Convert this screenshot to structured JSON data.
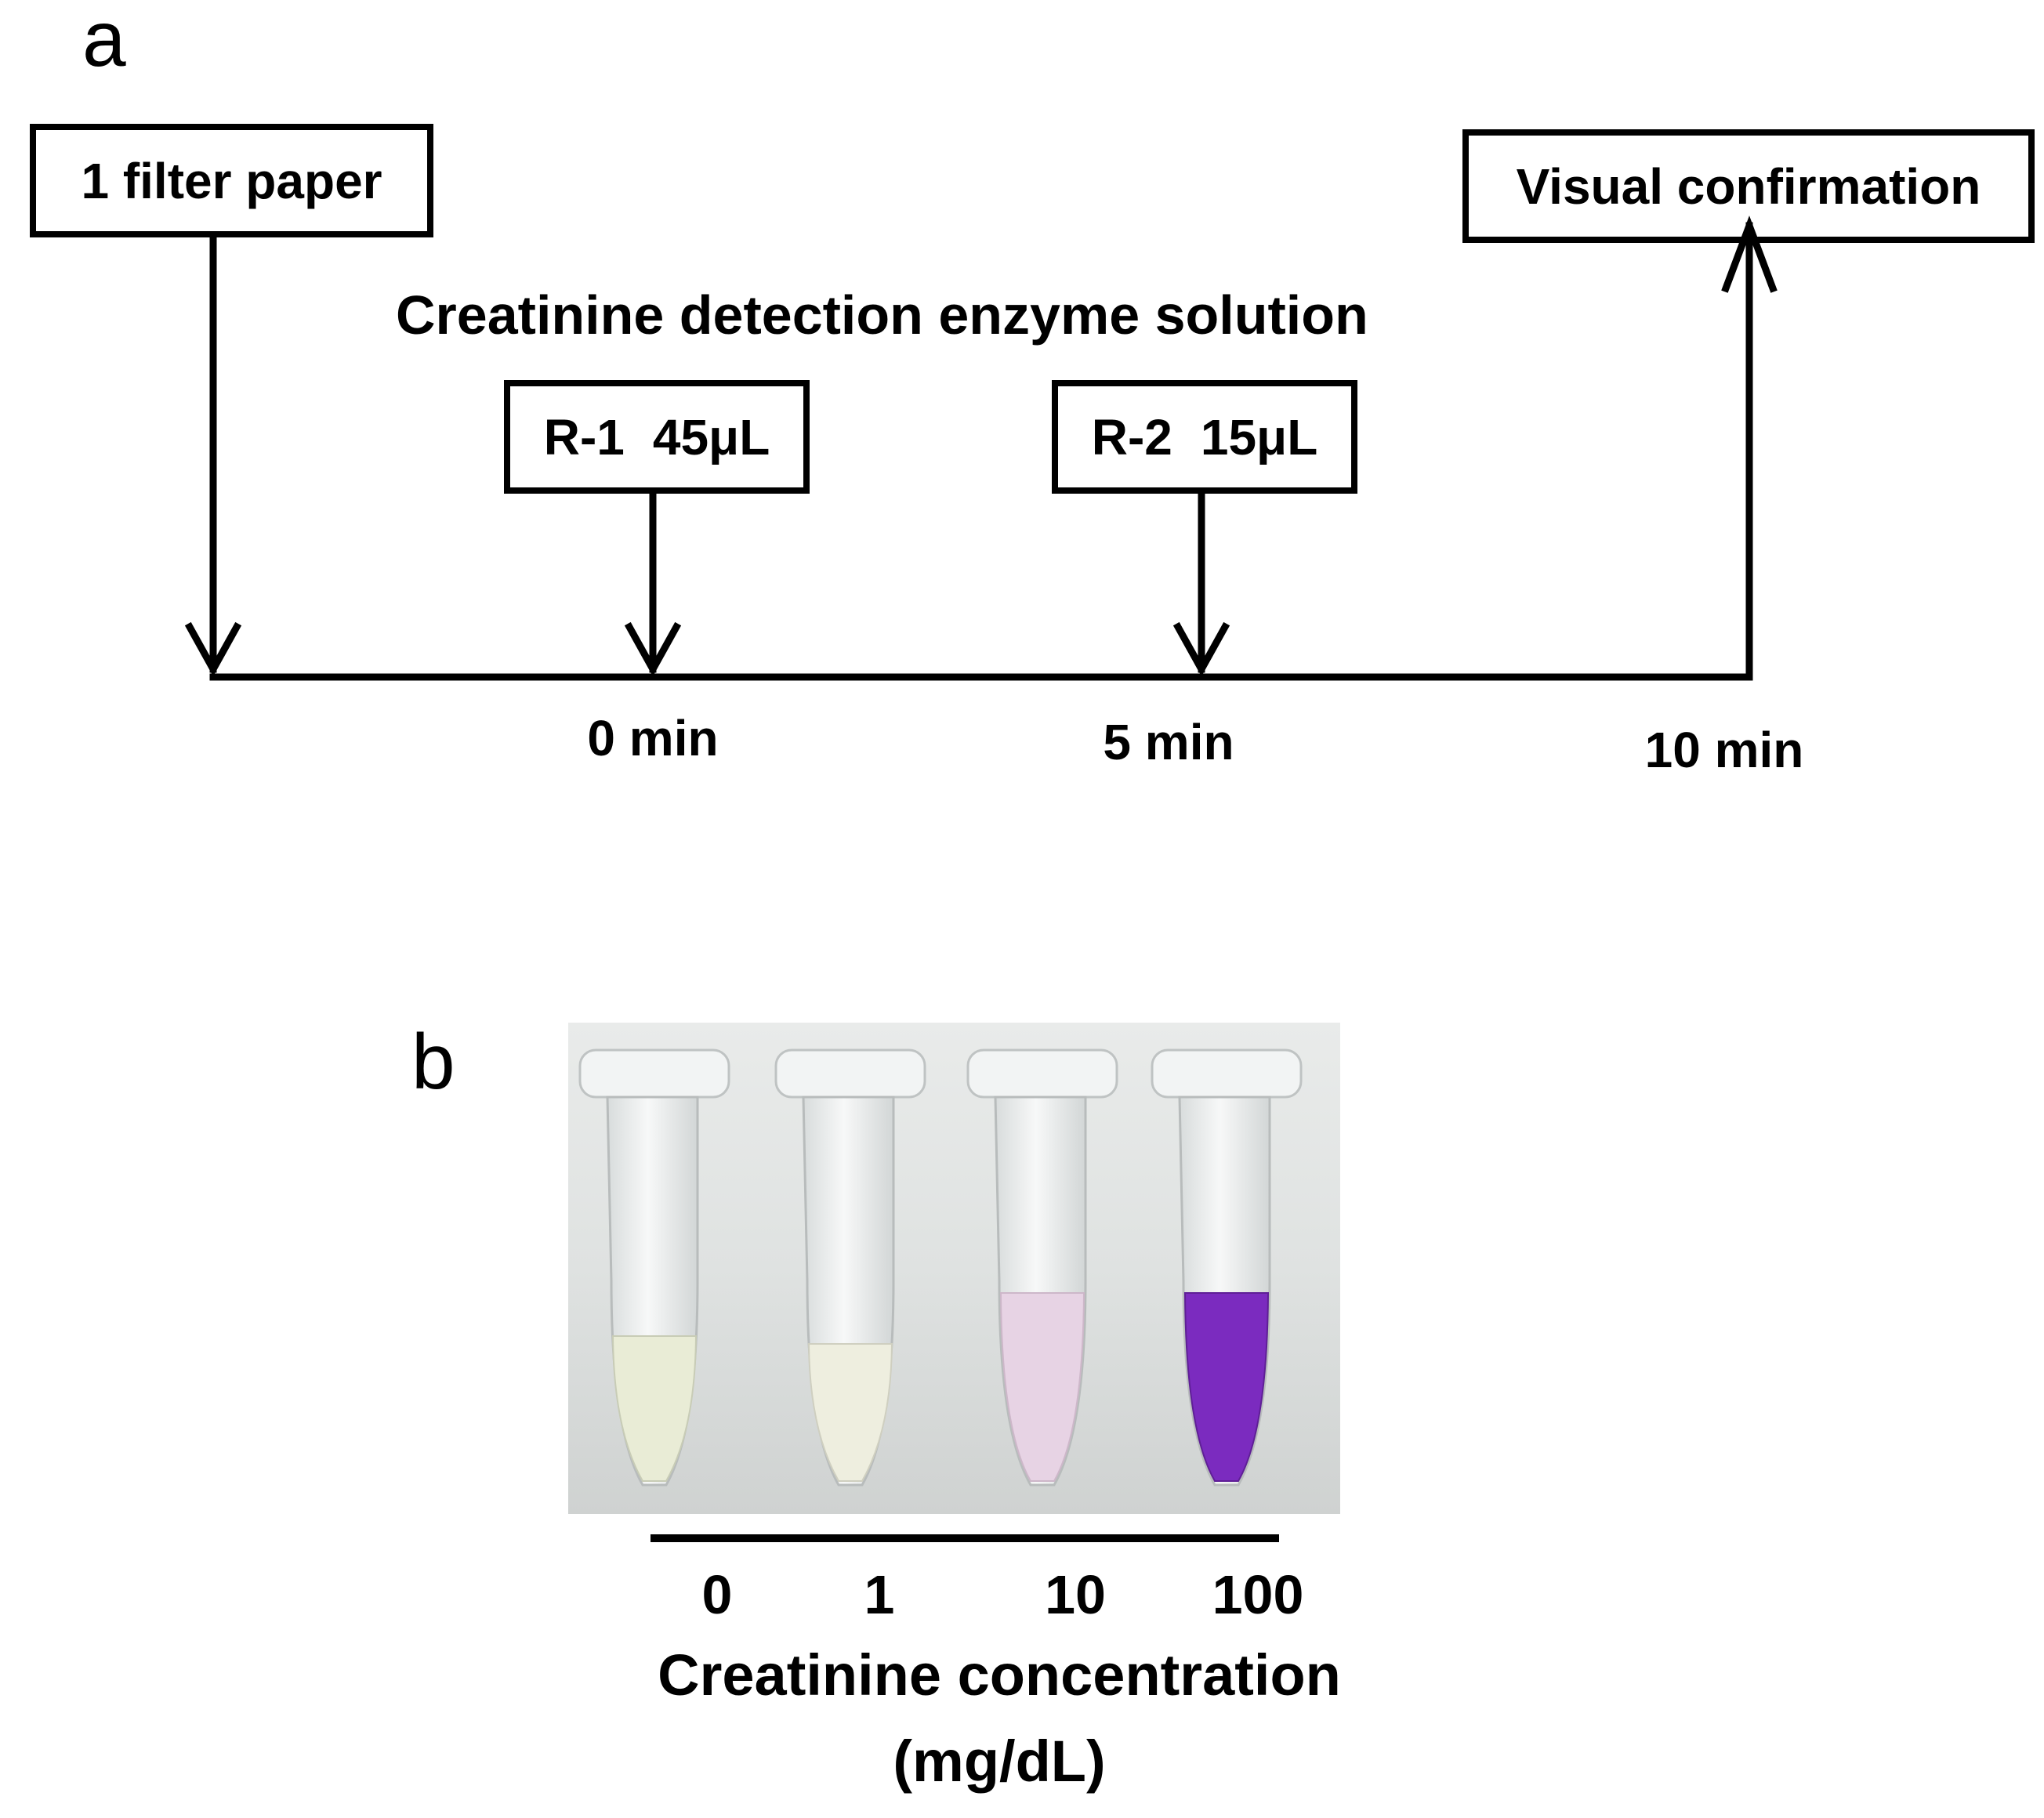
{
  "panel_a": {
    "label": "a",
    "start_box": "1 filter paper",
    "end_box": "Visual confirmation",
    "heading": "Creatinine detection enzyme solution",
    "reagents": [
      {
        "name": "R-1",
        "volume": "45μL"
      },
      {
        "name": "R-2",
        "volume": "15μL"
      }
    ],
    "times": [
      "0 min",
      "5 min",
      "10 min"
    ]
  },
  "panel_b": {
    "label": "b",
    "concentrations": [
      "0",
      "1",
      "10",
      "100"
    ],
    "axis_title_line1": "Creatinine concentration",
    "axis_title_line2": "(mg/dL)",
    "tube_liquid_colors": [
      "#e9ecd6",
      "#eeeedf",
      "#e7d3e4",
      "#7b2bbf"
    ]
  }
}
